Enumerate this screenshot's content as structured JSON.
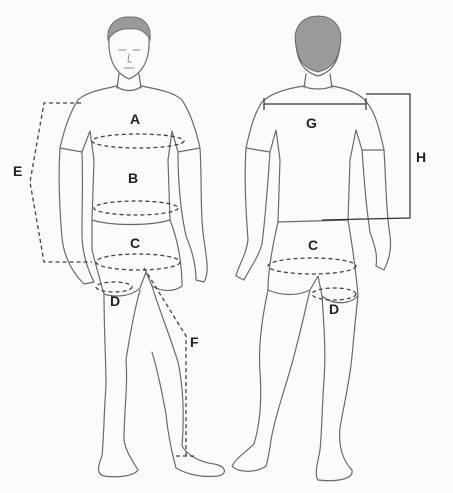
{
  "labels": {
    "a": "A",
    "b": "B",
    "c_front": "C",
    "d_front": "D",
    "e": "E",
    "f": "F",
    "g": "G",
    "h": "H",
    "c_back": "C",
    "d_back": "D"
  },
  "colors": {
    "line": "#6b6b6b",
    "measure": "#444444",
    "label": "#222222",
    "background": "#fbfbfb"
  }
}
